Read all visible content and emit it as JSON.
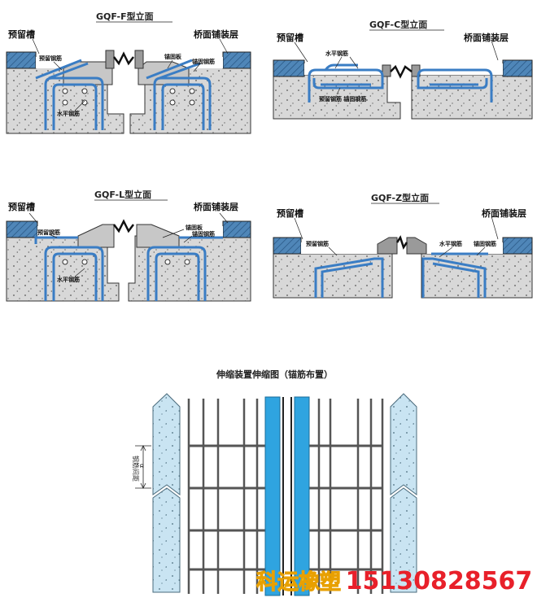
{
  "diagrams": {
    "f": {
      "title": "GQF-F型立面",
      "groove": "预留槽",
      "pavement": "桥面铺装层",
      "anchor_bar": "预留钢筋",
      "anchor_plate": "锚固板",
      "fix_bar": "锚固钢筋",
      "horiz_bar": "水平钢筋"
    },
    "c": {
      "title": "GQF-C型立面",
      "groove": "预留槽",
      "pavement": "桥面铺装层",
      "horiz_bar": "水平钢筋",
      "bottom_label": "预留钢筋  锚固钢筋"
    },
    "l": {
      "title": "GQF-L型立面",
      "groove": "预留槽",
      "pavement": "桥面铺装层",
      "anchor_bar": "预留钢筋",
      "anchor_plate": "锚固板",
      "fix_bar": "锚固钢筋",
      "horiz_bar": "水平钢筋"
    },
    "z": {
      "title": "GQF-Z型立面",
      "groove": "预留槽",
      "pavement": "桥面铺装层",
      "anchor_bar": "预留钢筋",
      "horiz_bar": "水平钢筋",
      "fix_bar": "锚固钢筋"
    }
  },
  "plan": {
    "title": "伸缩装置伸缩图（锚筋布置）",
    "spacing_label": "钢筋间距",
    "spacing_symbol": "α"
  },
  "watermark": {
    "company": "科运橡塑",
    "phone": "15130828567"
  },
  "colors": {
    "concrete": "#dcdcdc",
    "pavement": "#4f86b8",
    "rebar": "#3a7dc4",
    "seal": "#2fa4e0",
    "plan_concrete": "#c9e4f2"
  }
}
